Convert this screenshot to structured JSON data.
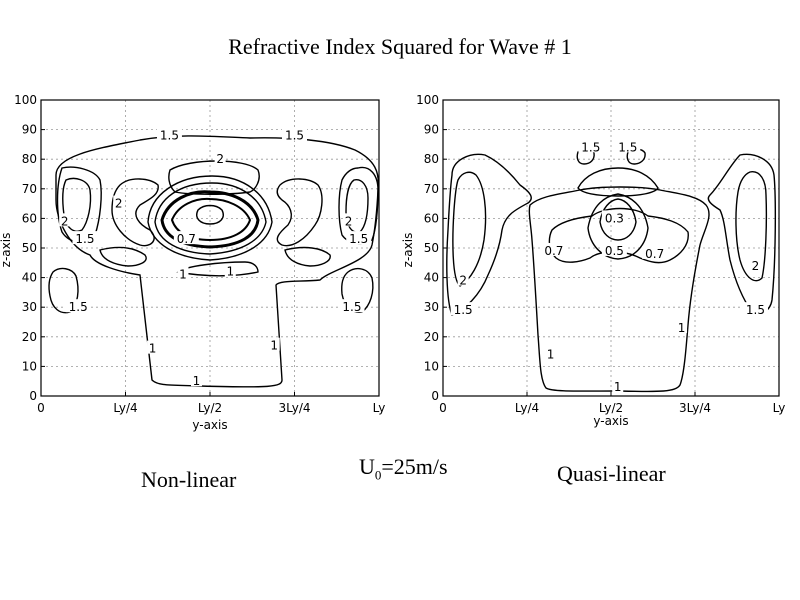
{
  "title": "Refractive Index Squared for Wave # 1",
  "captions": {
    "left": "Non-linear",
    "right": "Quasi-linear",
    "middle_u": "U",
    "middle_sub": "0",
    "middle_rest": "=25m/s"
  },
  "chart_data": [
    {
      "type": "contour",
      "title": "",
      "caption": "Non-linear",
      "xlabel": "y-axis",
      "ylabel": "z-axis",
      "xlim": [
        0,
        1
      ],
      "ylim": [
        0,
        100
      ],
      "xticks": [
        "0",
        "Ly/4",
        "Ly/2",
        "3Ly/4",
        "Ly"
      ],
      "yticks": [
        "0",
        "10",
        "20",
        "30",
        "40",
        "50",
        "60",
        "70",
        "80",
        "90",
        "100"
      ],
      "grid": true,
      "contour_labels": [
        {
          "text": "1.5",
          "x": 0.38,
          "y": 88
        },
        {
          "text": "1.5",
          "x": 0.75,
          "y": 88
        },
        {
          "text": "2",
          "x": 0.53,
          "y": 80
        },
        {
          "text": "2",
          "x": 0.23,
          "y": 65
        },
        {
          "text": "2",
          "x": 0.07,
          "y": 59
        },
        {
          "text": "2",
          "x": 0.91,
          "y": 59
        },
        {
          "text": "1.5",
          "x": 0.13,
          "y": 53
        },
        {
          "text": "1.5",
          "x": 0.94,
          "y": 53
        },
        {
          "text": "0.7",
          "x": 0.43,
          "y": 53
        },
        {
          "text": "1",
          "x": 0.42,
          "y": 41
        },
        {
          "text": "1",
          "x": 0.56,
          "y": 42
        },
        {
          "text": "1.5",
          "x": 0.11,
          "y": 30
        },
        {
          "text": "1.5",
          "x": 0.92,
          "y": 30
        },
        {
          "text": "1",
          "x": 0.33,
          "y": 16
        },
        {
          "text": "1",
          "x": 0.69,
          "y": 17
        },
        {
          "text": "1",
          "x": 0.46,
          "y": 5
        }
      ]
    },
    {
      "type": "contour",
      "title": "",
      "caption": "Quasi-linear",
      "xlabel": "y-axis",
      "ylabel": "z-axis",
      "xlim": [
        0,
        1
      ],
      "ylim": [
        0,
        100
      ],
      "xticks": [
        "0",
        "Ly/4",
        "Ly/2",
        "3Ly/4",
        "Ly"
      ],
      "yticks": [
        "0",
        "10",
        "20",
        "30",
        "40",
        "50",
        "60",
        "70",
        "80",
        "90",
        "100"
      ],
      "grid": true,
      "contour_labels": [
        {
          "text": "1.5",
          "x": 0.44,
          "y": 84
        },
        {
          "text": "1.5",
          "x": 0.55,
          "y": 84
        },
        {
          "text": "0.3",
          "x": 0.51,
          "y": 60
        },
        {
          "text": "0.7",
          "x": 0.33,
          "y": 49
        },
        {
          "text": "0.5",
          "x": 0.51,
          "y": 49
        },
        {
          "text": "0.7",
          "x": 0.63,
          "y": 48
        },
        {
          "text": "2",
          "x": 0.06,
          "y": 39
        },
        {
          "text": "2",
          "x": 0.93,
          "y": 44
        },
        {
          "text": "1.5",
          "x": 0.06,
          "y": 29
        },
        {
          "text": "1.5",
          "x": 0.93,
          "y": 29
        },
        {
          "text": "1",
          "x": 0.71,
          "y": 23
        },
        {
          "text": "1",
          "x": 0.32,
          "y": 14
        },
        {
          "text": "1",
          "x": 0.52,
          "y": 3
        }
      ]
    }
  ]
}
